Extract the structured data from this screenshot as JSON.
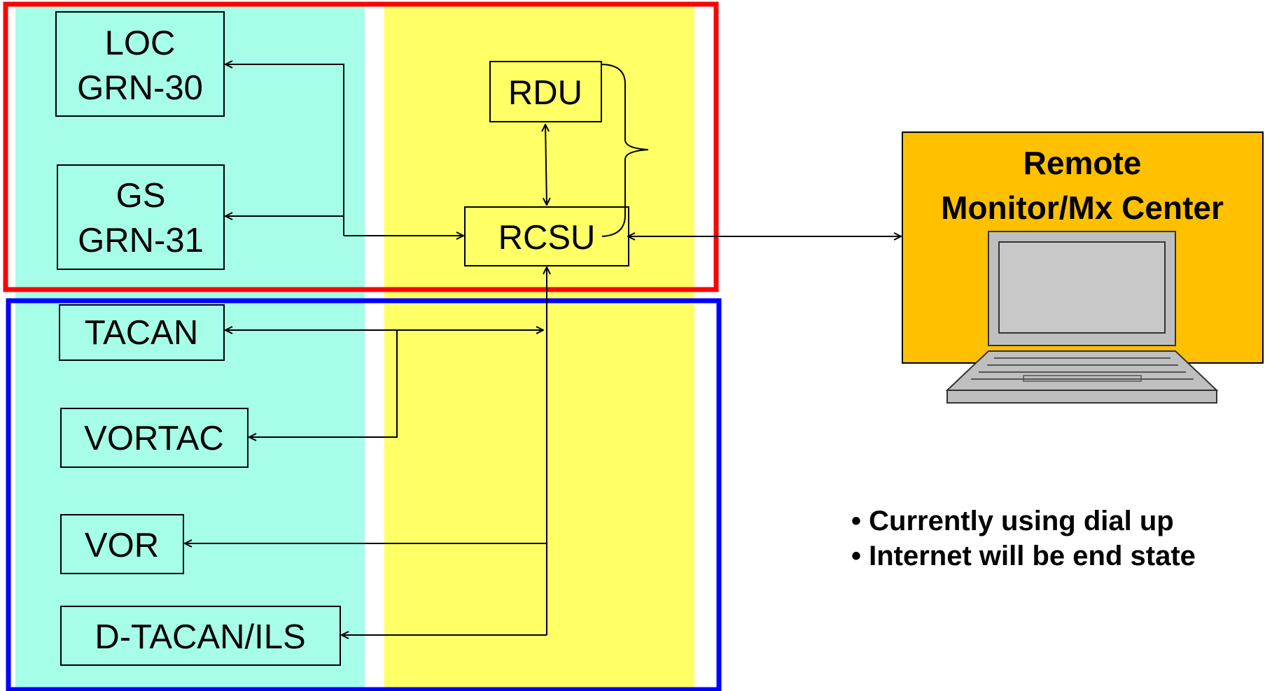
{
  "colors": {
    "cyan_panel": "#a6fde8",
    "yellow_panel": "#ffff66",
    "red_frame": "#ff0000",
    "blue_frame": "#0000ff",
    "remote_center": "#ffc000",
    "laptop_gray": "#bfbfbf",
    "laptop_screen": "#c8c8c8"
  },
  "boxes": {
    "loc": {
      "line1": "LOC",
      "line2": "GRN-30"
    },
    "gs": {
      "line1": "GS",
      "line2": "GRN-31"
    },
    "rdu": {
      "label": "RDU"
    },
    "rcsu": {
      "label": "RCSU"
    },
    "tacan": {
      "label": "TACAN"
    },
    "vortac": {
      "label": "VORTAC"
    },
    "vor": {
      "label": "VOR"
    },
    "dtacan": {
      "label": "D-TACAN/ILS"
    }
  },
  "remote_center": {
    "line1": "Remote",
    "line2": "Monitor/Mx Center",
    "icon": "laptop-icon"
  },
  "notes": {
    "items": [
      "Currently using dial up",
      "Internet will be end state"
    ]
  }
}
